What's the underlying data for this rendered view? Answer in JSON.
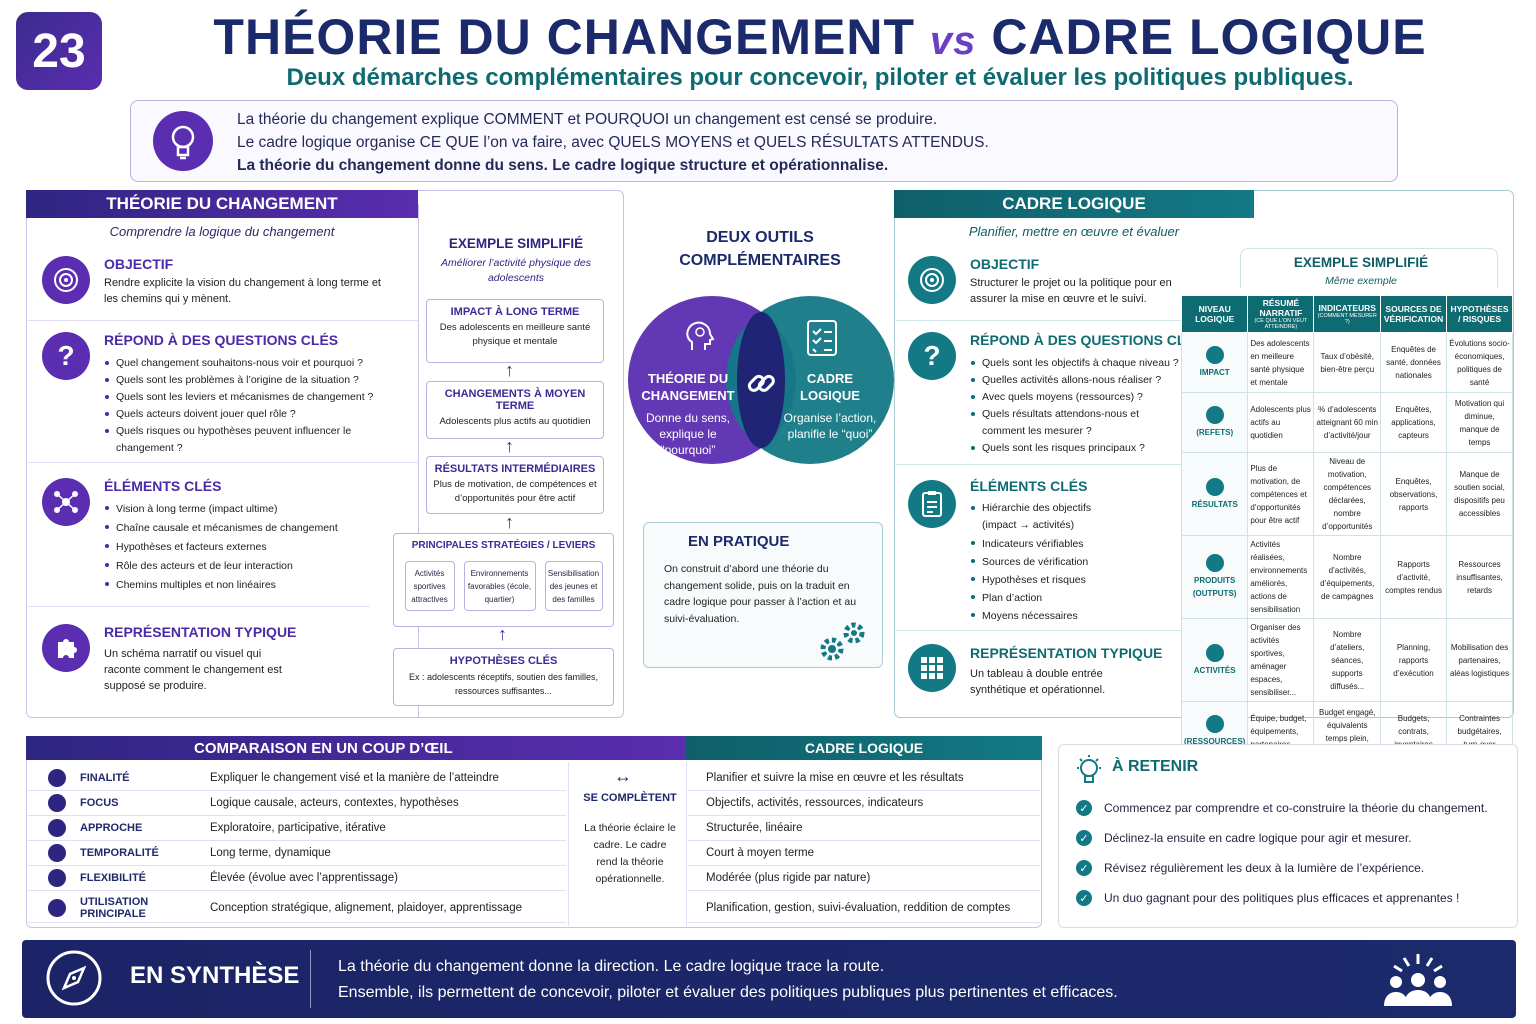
{
  "header": {
    "number": "23",
    "title_left": "THÉORIE DU CHANGEMENT",
    "title_vs": "vs",
    "title_right": "CADRE LOGIQUE",
    "subtitle": "Deux démarches complémentaires pour concevoir, piloter et évaluer les politiques publiques."
  },
  "intro": {
    "line1": "La théorie du changement explique COMMENT et POURQUOI un changement est censé se produire.",
    "line2": "Le cadre logique organise CE QUE l’on va faire, avec QUELS MOYENS et QUELS RÉSULTATS ATTENDUS.",
    "line3": "La théorie du changement donne du sens. Le cadre logique structure et opérationnalise."
  },
  "toc": {
    "header": "THÉORIE DU CHANGEMENT",
    "subheader": "Comprendre la logique du changement",
    "objectif": {
      "title": "OBJECTIF",
      "text": "Rendre explicite la vision du changement à long terme et les chemins qui y mènent."
    },
    "questions": {
      "title": "RÉPOND À DES QUESTIONS CLÉS",
      "items": [
        "Quel changement souhaitons-nous voir et pourquoi ?",
        "Quels sont les problèmes à l’origine de la situation ?",
        "Quels sont les leviers et mécanismes de changement ?",
        "Quels acteurs doivent jouer quel rôle ?",
        "Quels risques ou hypothèses peuvent influencer le changement ?"
      ]
    },
    "elements": {
      "title": "ÉLÉMENTS CLÉS",
      "items": [
        "Vision à long terme (impact ultime)",
        "Chaîne causale et mécanismes de changement",
        "Hypothèses et facteurs externes",
        "Rôle des acteurs et de leur interaction",
        "Chemins multiples et non linéaires"
      ]
    },
    "representation": {
      "title": "REPRÉSENTATION TYPIQUE",
      "text": "Un schéma narratif ou visuel qui raconte comment le changement est supposé se produire."
    }
  },
  "toc_example": {
    "title": "EXEMPLE SIMPLIFIÉ",
    "subtitle": "Améliorer l’activité physique des adolescents",
    "boxes": [
      {
        "title": "IMPACT À LONG TERME",
        "text": "Des adolescents en meilleure santé physique et mentale"
      },
      {
        "title": "CHANGEMENTS À MOYEN TERME",
        "text": "Adolescents plus actifs au quotidien"
      },
      {
        "title": "RÉSULTATS INTERMÉDIAIRES",
        "text": "Plus de motivation, de compétences et d’opportunités pour être actif"
      }
    ],
    "strategies": {
      "title": "PRINCIPALES STRATÉGIES / LEVIERS",
      "items": [
        "Activités sportives attractives",
        "Environnements favorables (école, quartier)",
        "Sensibilisation des jeunes et des familles"
      ]
    },
    "hypotheses": {
      "title": "HYPOTHÈSES CLÉS",
      "text": "Ex : adolescents réceptifs, soutien des familles, ressources suffisantes..."
    }
  },
  "center": {
    "title": "DEUX OUTILS COMPLÉMENTAIRES",
    "left_title": "THÉORIE DU CHANGEMENT",
    "left_text": "Donne du sens, explique le “pourquoi”",
    "right_title": "CADRE LOGIQUE",
    "right_text": "Organise l’action, planifie le “quoi”",
    "practice_title": "EN PRATIQUE",
    "practice_text": "On construit d’abord une théorie du changement solide, puis on la traduit en cadre logique pour passer à l’action et au suivi-évaluation."
  },
  "cl": {
    "header": "CADRE LOGIQUE",
    "subheader": "Planifier, mettre en œuvre et évaluer",
    "objectif": {
      "title": "OBJECTIF",
      "text": "Structurer le projet ou la politique pour en assurer la mise en œuvre et le suivi."
    },
    "questions": {
      "title": "RÉPOND À DES QUESTIONS CLÉS",
      "items": [
        "Quels sont les objectifs à chaque niveau ?",
        "Quelles activités allons-nous réaliser ?",
        "Avec quels moyens (ressources) ?",
        "Quels résultats attendons-nous et comment les mesurer ?",
        "Quels sont les risques principaux ?"
      ]
    },
    "elements": {
      "title": "ÉLÉMENTS CLÉS",
      "items": [
        "Hiérarchie des objectifs (impact → activités)",
        "Indicateurs vérifiables",
        "Sources de vérification",
        "Hypothèses et risques",
        "Plan d’action",
        "Moyens nécessaires"
      ]
    },
    "representation": {
      "title": "REPRÉSENTATION TYPIQUE",
      "text": "Un tableau à double entrée synthétique et opérationnel."
    }
  },
  "cl_example": {
    "title": "EXEMPLE SIMPLIFIÉ",
    "subtitle": "Même exemple",
    "columns": [
      {
        "label": "NIVEAU LOGIQUE",
        "sub": ""
      },
      {
        "label": "RÉSUMÉ NARRATIF",
        "sub": "(CE QUE L’ON VEUT ATTEINDRE)"
      },
      {
        "label": "INDICATEURS",
        "sub": "(COMMENT MESURER ?)"
      },
      {
        "label": "SOURCES DE VÉRIFICATION",
        "sub": ""
      },
      {
        "label": "HYPOTHÈSES / RISQUES",
        "sub": ""
      }
    ],
    "rows": [
      {
        "level": "IMPACT",
        "cells": [
          "Des adolescents en meilleure santé physique et mentale",
          "Taux d’obésité, bien-être perçu",
          "Enquêtes de santé, données nationales",
          "Évolutions socio-économiques, politiques de santé"
        ]
      },
      {
        "level": "(REFETS)",
        "cells": [
          "Adolescents plus actifs au quotidien",
          "% d’adolescents atteignant 60 min d’activité/jour",
          "Enquêtes, applications, capteurs",
          "Motivation qui diminue, manque de temps"
        ]
      },
      {
        "level": "RÉSULTATS",
        "cells": [
          "Plus de motivation, de compétences et d’opportunités pour être actif",
          "Niveau de motivation, compétences déclarées, nombre d’opportunités",
          "Enquêtes, observations, rapports",
          "Manque de soutien social, dispositifs peu accessibles"
        ]
      },
      {
        "level": "PRODUITS (OUTPUTS)",
        "cells": [
          "Activités réalisées, environnements améliorés, actions de sensibilisation",
          "Nombre d’activités, d’équipements, de campagnes",
          "Rapports d’activité, comptes rendus",
          "Ressources insuffisantes, retards"
        ]
      },
      {
        "level": "ACTIVITÉS",
        "cells": [
          "Organiser des activités sportives, aménager espaces, sensibiliser...",
          "Nombre d’ateliers, séances, supports diffusés...",
          "Planning, rapports d’exécution",
          "Mobilisation des partenaires, aléas logistiques"
        ]
      },
      {
        "level": "(RESSOURCES)",
        "cells": [
          "Équipe, budget, équipements, partenaires...",
          "Budget engagé, équivalents temps plein, matériels",
          "Budgets, contrats, inventaires",
          "Contraintes budgétaires, turn-over"
        ]
      }
    ]
  },
  "comparison": {
    "title_left": "COMPARAISON EN UN COUP D’ŒIL",
    "title_right": "CADRE LOGIQUE",
    "middle_title": "SE COMPLÈTENT",
    "middle_text": "La théorie éclaire le cadre. Le cadre rend la théorie opérationnelle.",
    "rows": [
      {
        "label": "FINALITÉ",
        "toc": "Expliquer le changement visé et la manière de l’atteindre",
        "cl": "Planifier et suivre la mise en œuvre et les résultats"
      },
      {
        "label": "FOCUS",
        "toc": "Logique causale, acteurs, contextes, hypothèses",
        "cl": "Objectifs, activités, ressources, indicateurs"
      },
      {
        "label": "APPROCHE",
        "toc": "Exploratoire, participative, itérative",
        "cl": "Structurée, linéaire"
      },
      {
        "label": "TEMPORALITÉ",
        "toc": "Long terme, dynamique",
        "cl": "Court à moyen terme"
      },
      {
        "label": "FLEXIBILITÉ",
        "toc": "Élevée (évolue avec l’apprentissage)",
        "cl": "Modérée (plus rigide par nature)"
      },
      {
        "label": "UTILISATION PRINCIPALE",
        "toc": "Conception stratégique, alignement, plaidoyer, apprentissage",
        "cl": "Planification, gestion, suivi-évaluation, reddition de comptes"
      }
    ]
  },
  "retenir": {
    "title": "À RETENIR",
    "items": [
      "Commencez par comprendre et co-construire la théorie du changement.",
      "Déclinez-la ensuite en cadre logique pour agir et mesurer.",
      "Révisez régulièrement les deux à la lumière de l’expérience.",
      "Un duo gagnant pour des politiques plus efficaces et apprenantes !"
    ]
  },
  "synthese": {
    "title": "EN SYNTHÈSE",
    "line1": "La théorie du changement donne la direction. Le cadre logique trace la route.",
    "line2": "Ensemble, ils permettent de concevoir, piloter et évaluer des politiques publiques plus pertinentes et efficaces."
  },
  "colors": {
    "purple": "#5b2db0",
    "navy": "#1b2a6b",
    "teal": "#137985"
  }
}
